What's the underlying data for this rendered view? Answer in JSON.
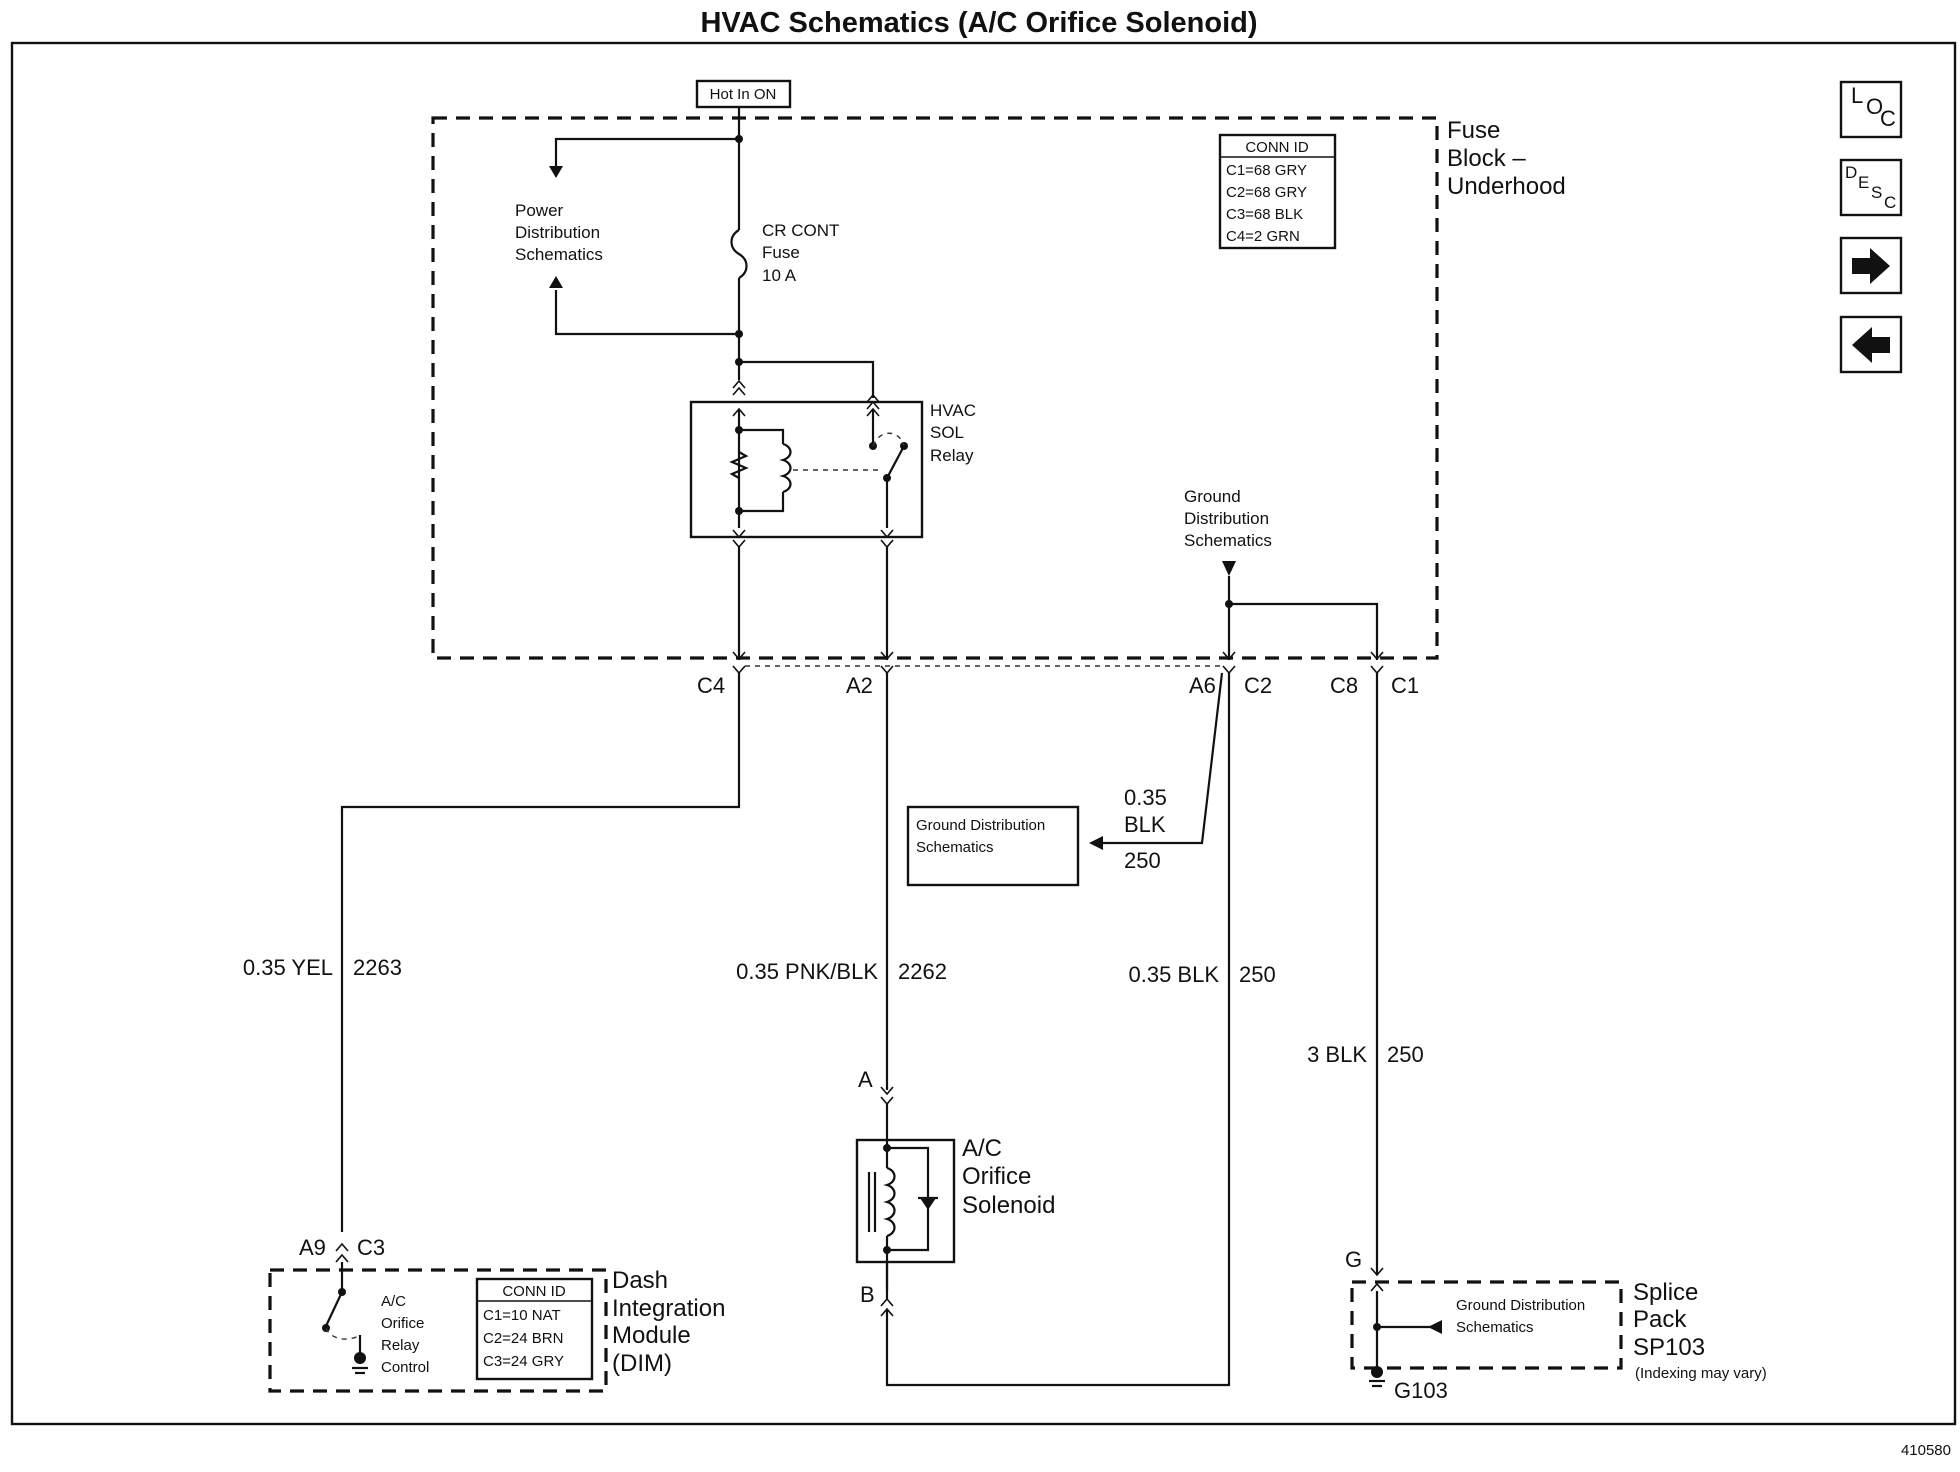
{
  "title": "HVAC Schematics (A/C Orifice Solenoid)",
  "figure_id": "410580",
  "nav": {
    "loc": [
      "L",
      "O",
      "C"
    ],
    "desc": [
      "D",
      "E",
      "S",
      "C"
    ],
    "next_glyph": "➡",
    "prev_glyph": "⬅"
  },
  "hot_in": "Hot In ON",
  "fuse_block": {
    "name": [
      "Fuse",
      "Block –",
      "Underhood"
    ],
    "conn_id": {
      "header": "CONN ID",
      "rows": [
        "C1=68 GRY",
        "C2=68 GRY",
        "C3=68 BLK",
        "C4=2 GRN"
      ]
    }
  },
  "power_dist": [
    "Power",
    "Distribution",
    "Schematics"
  ],
  "fuse": [
    "CR CONT",
    "Fuse",
    "10 A"
  ],
  "relay": [
    "HVAC",
    "SOL",
    "Relay"
  ],
  "ground_dist_top": [
    "Ground",
    "Distribution",
    "Schematics"
  ],
  "pins": {
    "c4": "C4",
    "a2": "A2",
    "a6": "A6",
    "c2": "C2",
    "c8": "C8",
    "c1": "C1",
    "a9": "A9",
    "c3": "C3",
    "a": "A",
    "b": "B",
    "g": "G"
  },
  "ground_box": {
    "label": [
      "Ground Distribution",
      "Schematics"
    ],
    "wire": [
      "0.35",
      "BLK",
      "250"
    ]
  },
  "wires": {
    "yel": {
      "gauge_color": "0.35 YEL",
      "circuit": "2263"
    },
    "pnk": {
      "gauge_color": "0.35 PNK/BLK",
      "circuit": "2262"
    },
    "blk": {
      "gauge_color": "0.35 BLK",
      "circuit": "250"
    },
    "blk3": {
      "gauge_color": "3 BLK",
      "circuit": "250"
    }
  },
  "solenoid": [
    "A/C",
    "Orifice",
    "Solenoid"
  ],
  "dim": {
    "name": [
      "Dash",
      "Integration",
      "Module",
      "(DIM)"
    ],
    "control": [
      "A/C",
      "Orifice",
      "Relay",
      "Control"
    ],
    "conn_id": {
      "header": "CONN ID",
      "rows": [
        "C1=10 NAT",
        "C2=24 BRN",
        "C3=24 GRY"
      ]
    }
  },
  "splice": {
    "name": [
      "Splice",
      "Pack",
      "SP103"
    ],
    "note": "(Indexing may vary)",
    "ground": [
      "Ground Distribution",
      "Schematics"
    ],
    "g103": "G103"
  }
}
